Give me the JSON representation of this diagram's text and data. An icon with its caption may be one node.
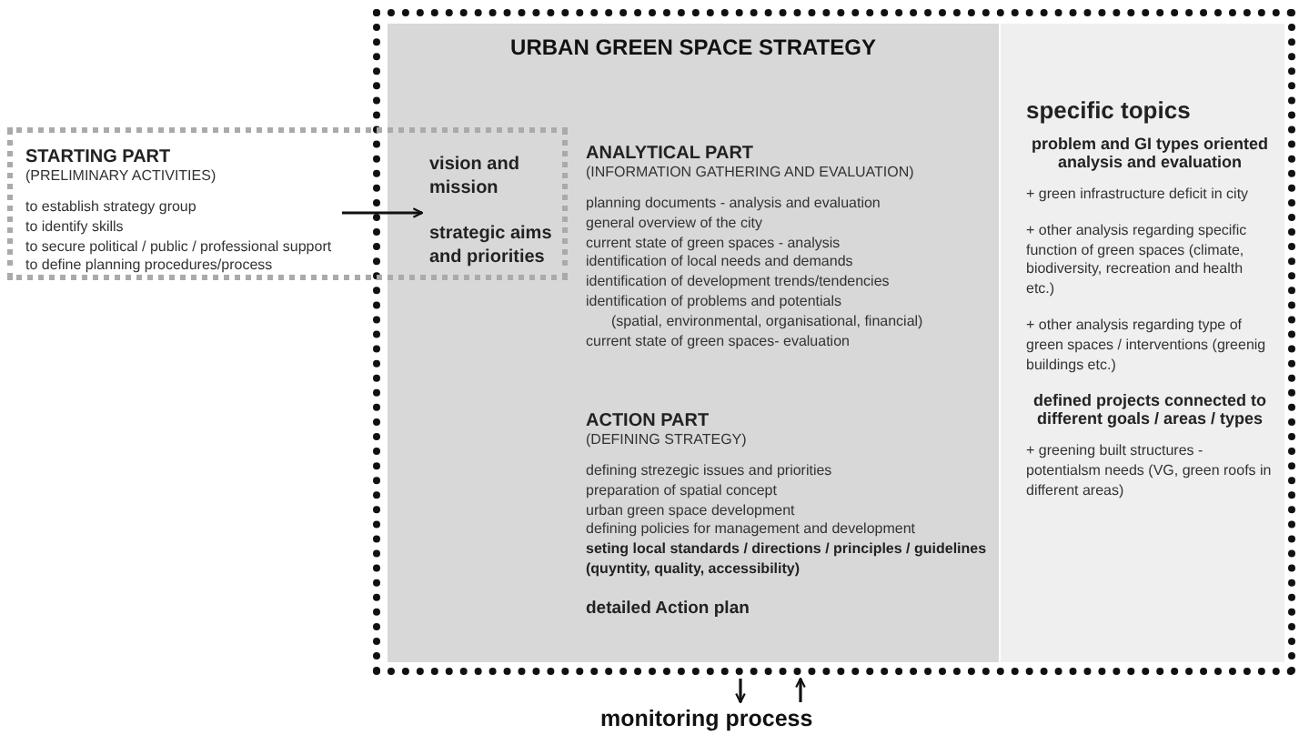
{
  "diagram": {
    "nodes": [
      {
        "text": [],
        "shape": "box"
      },
      {
        "text": [
          "URBAN GREEN SPACE STRATEGY"
        ],
        "in": 0
      },
      {
        "text": [],
        "shape": "box"
      },
      {
        "text": [
          "STARTING PART",
          "(PRELIMINARY ACTIVITIES)",
          "to establish strategy group",
          "to identify skills",
          "to secure political / public / professional support",
          "to define planning procedures/process"
        ],
        "in": 2
      },
      {
        "text": [
          "vision and mission",
          "strategic aims and priorities"
        ]
      },
      {
        "text": [
          "ANALYTICAL PART",
          "(INFORMATION GATHERING AND EVALUATION)",
          "planning documents - analysis and evaluation",
          "general overview of the city",
          "current state of green spaces - analysis",
          "identification of local needs and demands",
          "identification of development trends/tendencies",
          "identification of problems and potentials",
          "(spatial, environmental, organisational, financial)",
          "current state of green spaces- evaluation"
        ],
        "in": 1
      },
      {
        "text": [
          "ACTION PART",
          "(DEFINING STRATEGY)",
          "defining strezegic issues and priorities",
          "preparation of spatial concept",
          "urban green space development",
          "defining policies for management and development",
          "seting local standards / directions / principles / guidelines (quyntity, quality, accessibility)",
          "detailed Action plan"
        ],
        "in": 1
      },
      {
        "text": [
          "specific topics",
          "problem and GI types oriented analysis and evaluation",
          "+ green infrastructure deficit in city",
          "+ other analysis regarding specific function of green spaces (climate, biodiversity, recreation and health etc.)",
          "+ other analysis regarding type of green spaces / interventions (greenig buildings etc.)",
          "defined projects connected to different goals / areas / types",
          "+ greening built structures - potentialsm needs (VG, green roofs in different areas)"
        ],
        "in": 0
      },
      {
        "text": [
          "monitoring process"
        ]
      }
    ],
    "edges": [
      {
        "from": 3,
        "to": 4,
        "arrow": "to"
      },
      {
        "from": 0,
        "to": 8,
        "arrow": "to"
      },
      {
        "from": 8,
        "to": 0,
        "arrow": "to"
      }
    ]
  }
}
